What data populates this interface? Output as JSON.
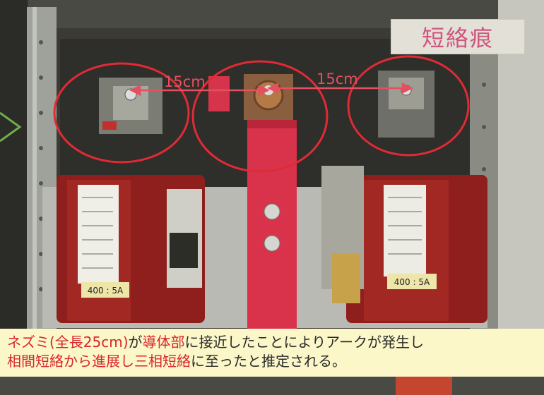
{
  "overlay": {
    "title": "短絡痕",
    "dimension_left": "15cm",
    "dimension_right": "15cm"
  },
  "ct_labels": {
    "left_rating": "400 : 5A",
    "right_rating": "400 : 5A"
  },
  "caption": {
    "line1_part1": "ネズミ(全長25cm)",
    "line1_part2": "が",
    "line1_part3": "導体部",
    "line1_part4": "に接近したことによりアークが発生し",
    "line2_part1": "相間短絡から進展し三相短絡",
    "line2_part2": "に至ったと推定される。"
  },
  "colors": {
    "highlight_red": "#e02b35",
    "caption_red": "#d7262b",
    "caption_bg": "#fbf7c9",
    "title_pink": "#d0567e"
  }
}
